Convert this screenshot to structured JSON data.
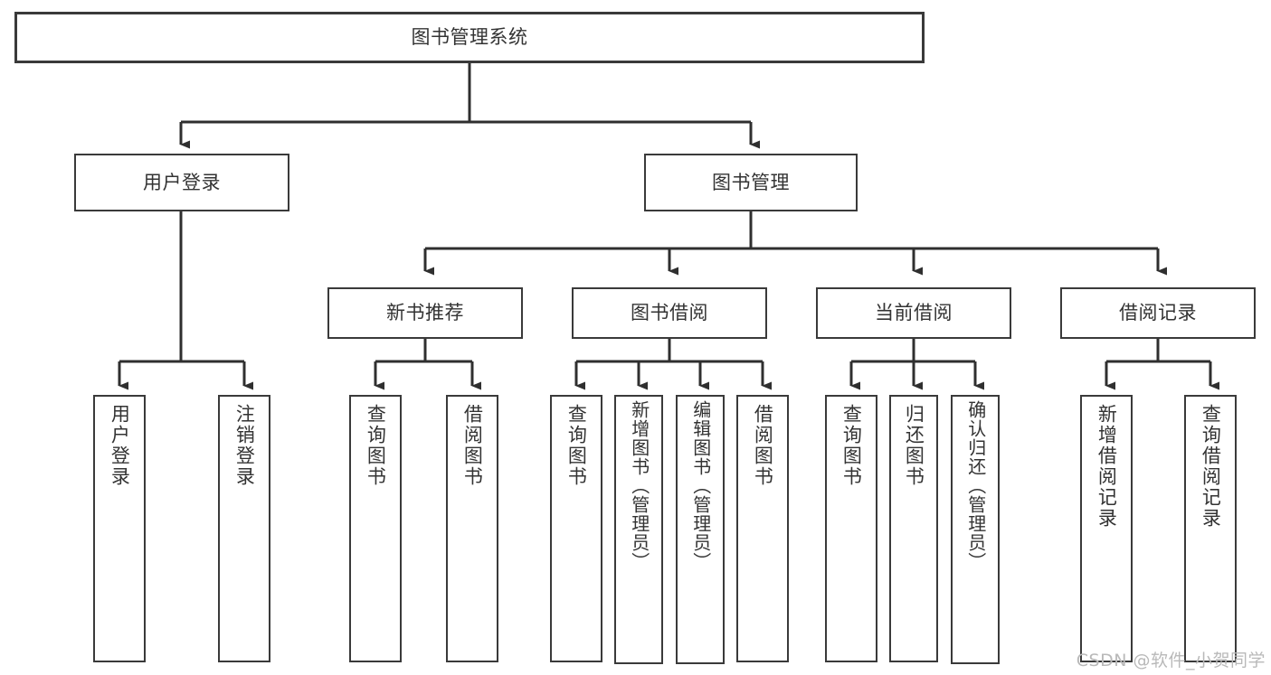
{
  "diagram": {
    "type": "tree",
    "title": "图书管理系统",
    "orientation": "top-down",
    "colors": {
      "box_border": "#3a3a3a",
      "box_fill": "#ffffff",
      "connector": "#2f2f2f",
      "text": "#333333",
      "watermark": "#b9b9b9"
    },
    "root": {
      "label": "图书管理系统"
    },
    "level2": [
      {
        "label": "用户登录"
      },
      {
        "label": "图书管理"
      }
    ],
    "level3": [
      {
        "label": "新书推荐"
      },
      {
        "label": "图书借阅"
      },
      {
        "label": "当前借阅"
      },
      {
        "label": "借阅记录"
      }
    ],
    "leaves": {
      "user_login": [
        {
          "label": "用户登录"
        },
        {
          "label": "注销登录"
        }
      ],
      "new_book_recommend": [
        {
          "label": "查询图书"
        },
        {
          "label": "借阅图书"
        }
      ],
      "book_borrow": [
        {
          "label": "查询图书"
        },
        {
          "label": "新增图书（管理员）"
        },
        {
          "label": "编辑图书（管理员）"
        },
        {
          "label": "借阅图书"
        }
      ],
      "current_borrow": [
        {
          "label": "查询图书"
        },
        {
          "label": "归还图书"
        },
        {
          "label": "确认归还（管理员）"
        }
      ],
      "borrow_record": [
        {
          "label": "新增借阅记录"
        },
        {
          "label": "查询借阅记录"
        }
      ]
    }
  },
  "watermark": {
    "text": "CSDN @软件_小贺同学"
  }
}
